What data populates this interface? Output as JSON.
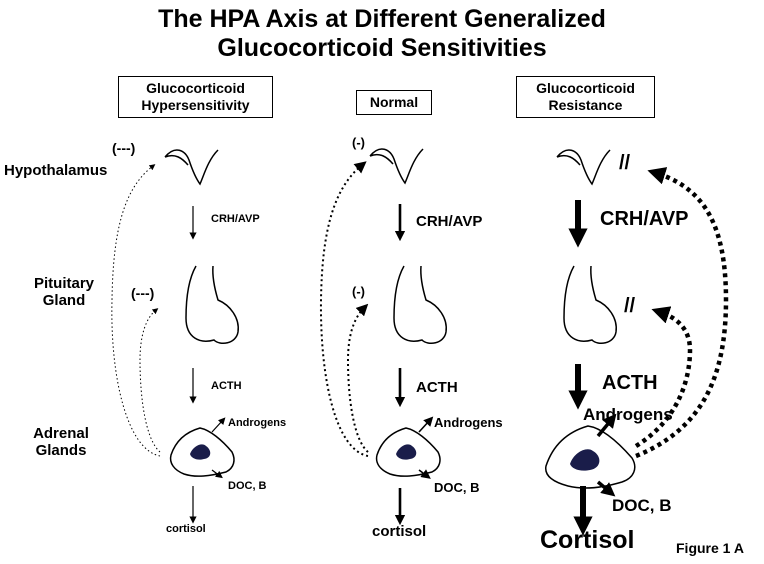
{
  "title": {
    "line1": "The HPA Axis at Different Generalized",
    "line2": "Glucocorticoid Sensitivities"
  },
  "columns": {
    "hyper": {
      "heading_line1": "Glucocorticoid",
      "heading_line2": "Hypersensitivity",
      "feedback_hypothalamus": "(---)",
      "feedback_pituitary": "(---)",
      "hormone1": "CRH/AVP",
      "hormone2": "ACTH",
      "androgens": "Androgens",
      "doc_b": "DOC, B",
      "output": "cortisol"
    },
    "normal": {
      "heading": "Normal",
      "feedback_hypothalamus": "(-)",
      "feedback_pituitary": "(-)",
      "hormone1": "CRH/AVP",
      "hormone2": "ACTH",
      "androgens": "Androgens",
      "doc_b": "DOC, B",
      "output": "cortisol"
    },
    "resistance": {
      "heading_line1": "Glucocorticoid",
      "heading_line2": "Resistance",
      "block_hypothalamus": "//",
      "block_pituitary": "//",
      "hormone1": "CRH/AVP",
      "hormone2": "ACTH",
      "androgens": "Androgens",
      "doc_b": "DOC, B",
      "output": "Cortisol"
    }
  },
  "row_labels": {
    "hypothalamus": "Hypothalamus",
    "pituitary_line1": "Pituitary",
    "pituitary_line2": "Gland",
    "adrenal_line1": "Adrenal",
    "adrenal_line2": "Glands"
  },
  "figure_label": "Figure 1 A",
  "colors": {
    "ink": "#000000",
    "adrenal_core": "#1a1d4a",
    "background": "#ffffff"
  }
}
